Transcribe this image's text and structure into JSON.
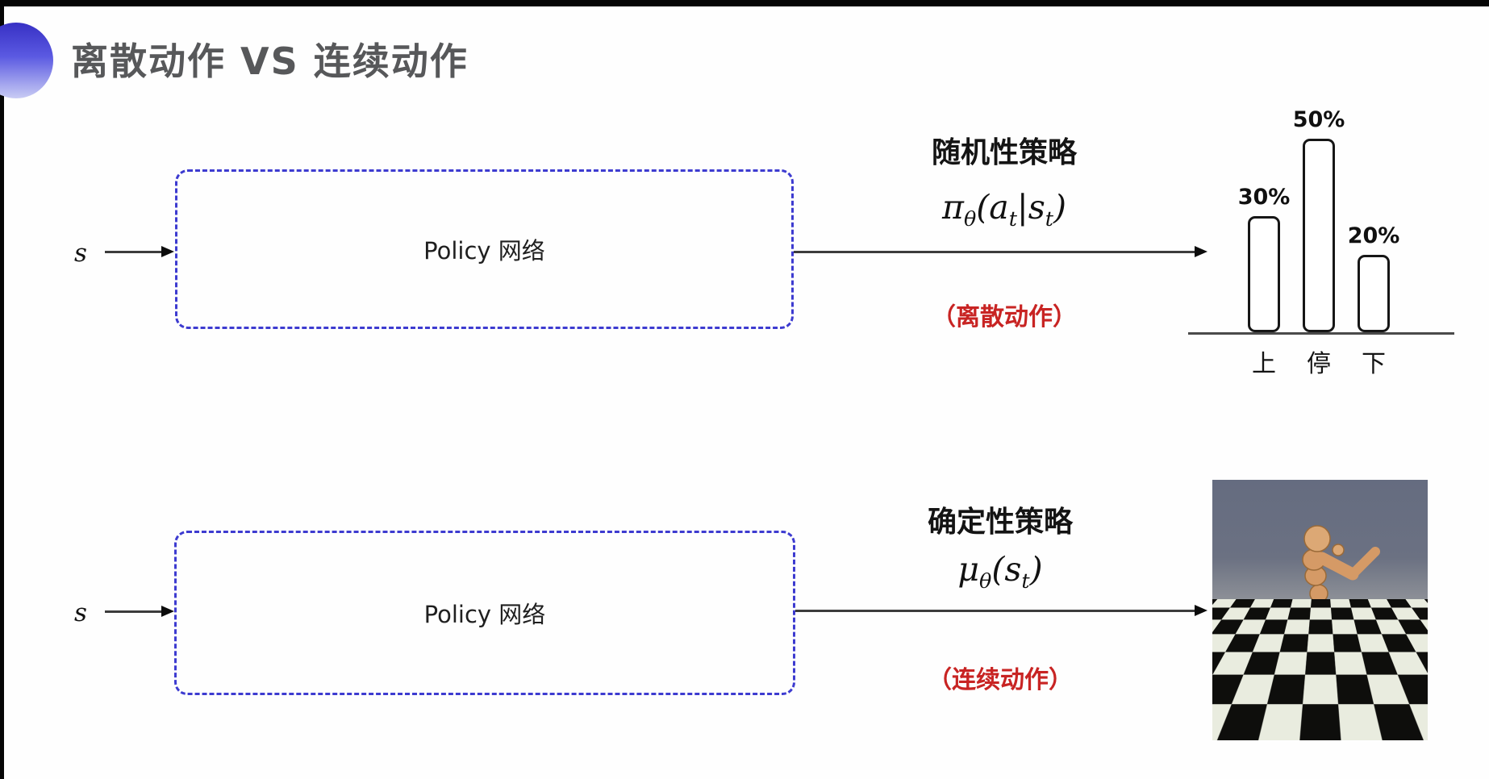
{
  "slide": {
    "title": "离散动作 VS 连续动作",
    "title_color": "#57585a",
    "accent_color": "#5b5ae2",
    "box_border_color": "#3d3bd0",
    "action_note_color": "#c82423"
  },
  "top_flow": {
    "input_label": "s",
    "box_label": "Policy 网络",
    "policy_type": "随机性策略",
    "formula": {
      "sym": "π",
      "sub": "θ",
      "p1": "(a",
      "s1": "t",
      "p2": "|s",
      "s2": "t",
      "p3": ")"
    },
    "action_note": "（离散动作）"
  },
  "bottom_flow": {
    "input_label": "s",
    "box_label": "Policy 网络",
    "policy_type": "确定性策略",
    "formula": {
      "sym": "μ",
      "sub": "θ",
      "p1": "(s",
      "s1": "t",
      "p2": ")"
    },
    "action_note": "（连续动作）"
  },
  "chart_data": {
    "type": "bar",
    "categories": [
      "上",
      "停",
      "下"
    ],
    "values": [
      30,
      50,
      20
    ],
    "value_labels": [
      "30%",
      "50%",
      "20%"
    ],
    "title": "",
    "xlabel": "",
    "ylabel": "",
    "ylim": [
      0,
      55
    ],
    "grid": false,
    "legend": false,
    "bar_fill": "#ffffff",
    "bar_border": "#161616"
  }
}
